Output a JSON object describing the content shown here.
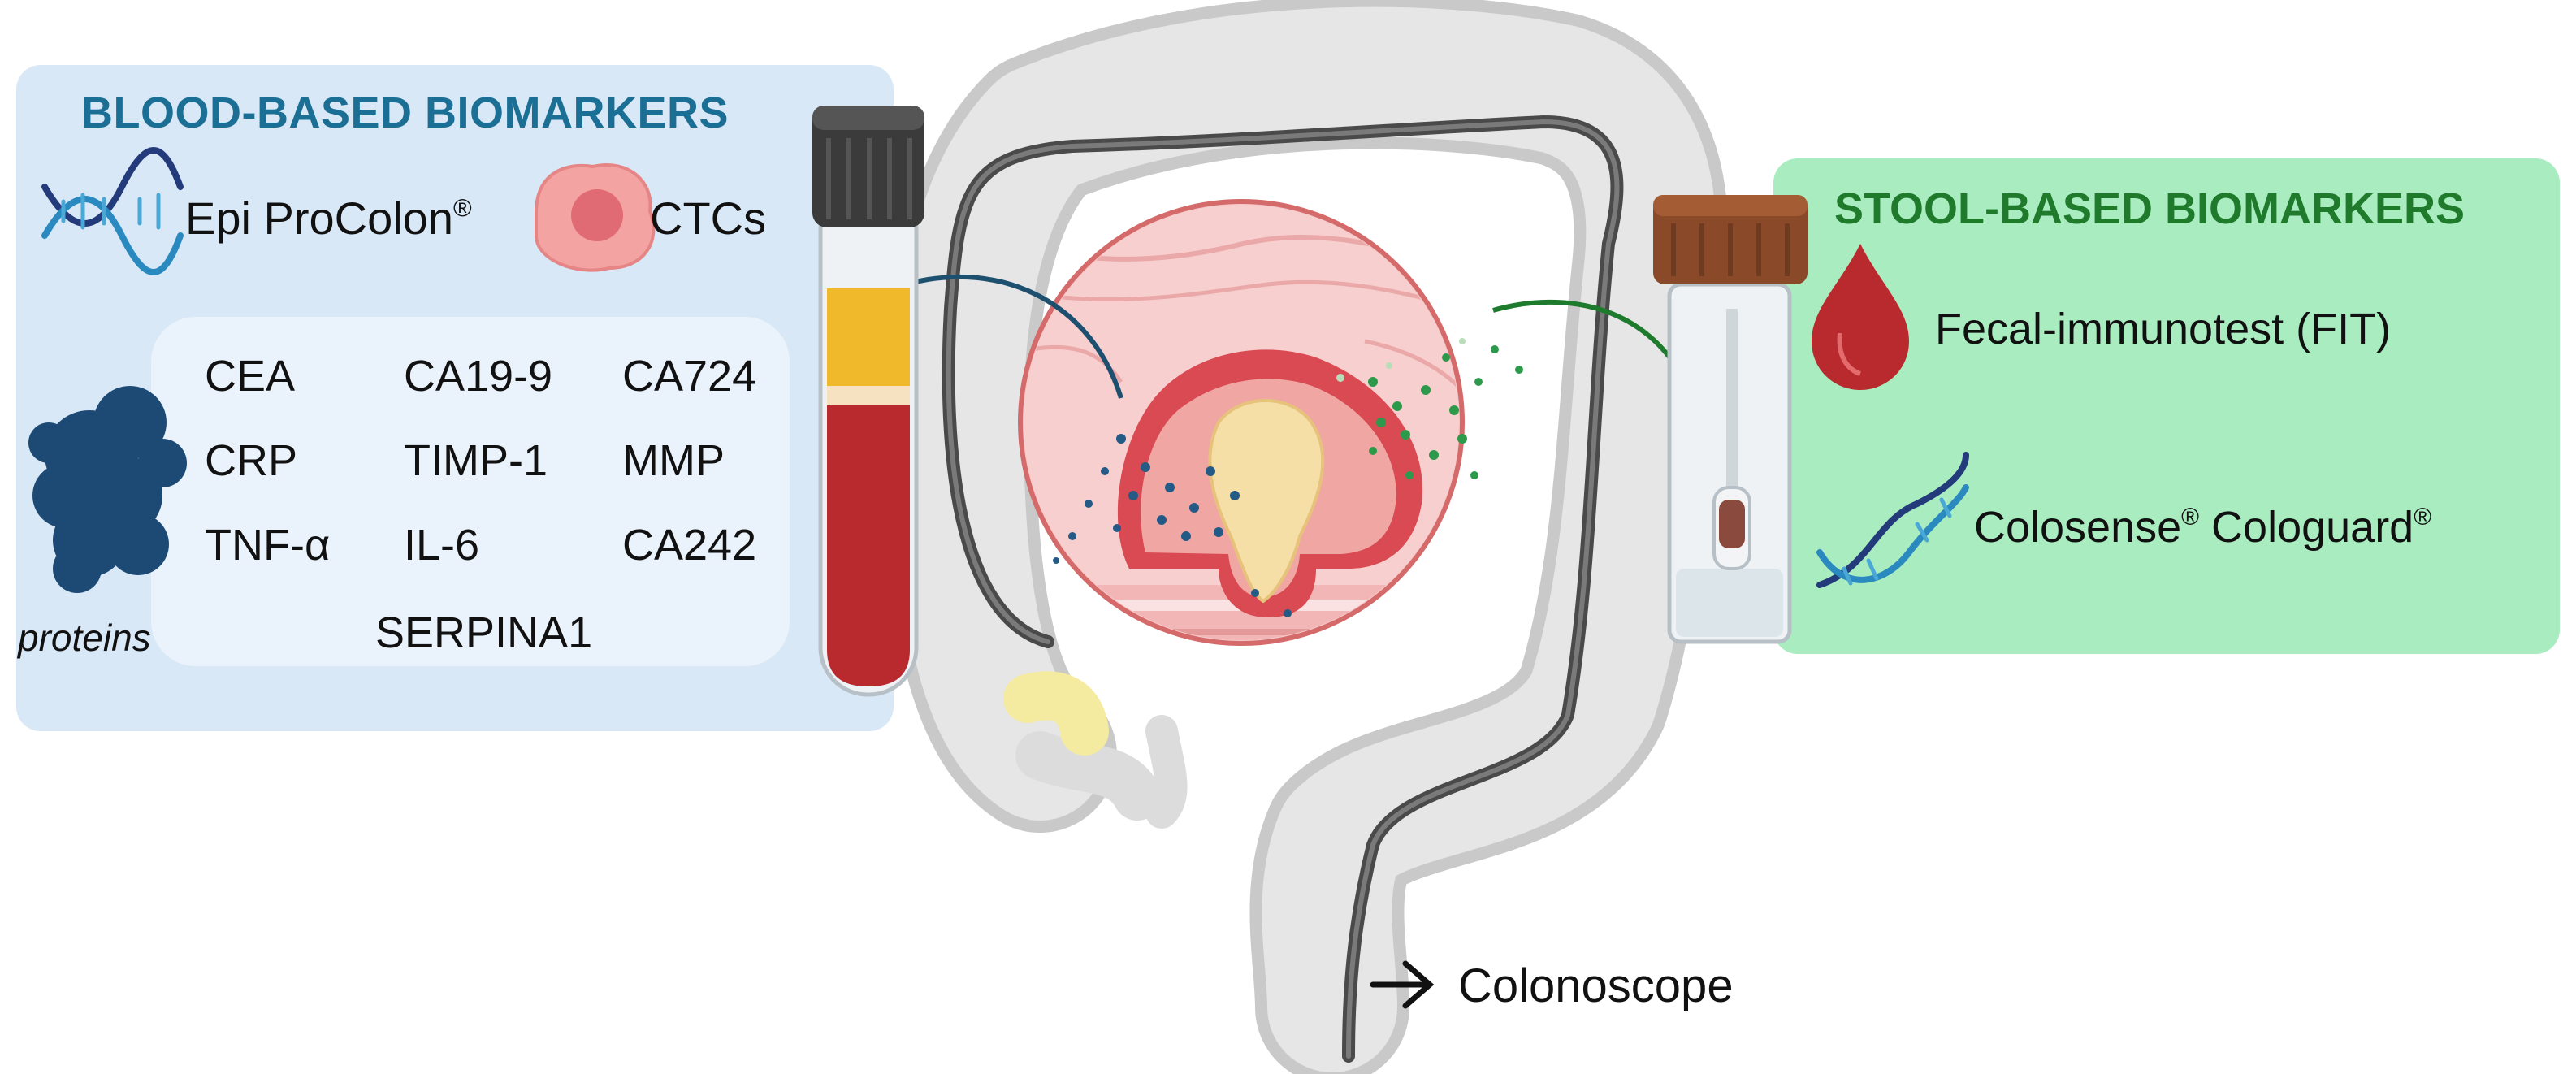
{
  "blood": {
    "title": "BLOOD-BASED BIOMARKERS",
    "epi_name": "Epi ProColon",
    "ctc_label": "CTCs",
    "proteins_caption": "proteins",
    "protein_markers": [
      "CEA",
      "CA19-9",
      "CA724",
      "CRP",
      "TIMP-1",
      "MMP",
      "TNF-α",
      "IL-6",
      "CA242",
      "SERPINA1"
    ]
  },
  "stool": {
    "title": "STOOL-BASED BIOMARKERS",
    "fit_label": "Fecal-immunotest (FIT)",
    "colosense": "Colosense",
    "cologuard": "Cologuard"
  },
  "registered_mark": "®",
  "colonoscope_label": "Colonoscope",
  "icons": {
    "dna": "dna-helix-icon",
    "ctc": "circulating-tumor-cell-icon",
    "protein": "protein-structure-icon",
    "blood_drop": "blood-drop-icon",
    "blood_tube": "blood-collection-tube-icon",
    "stool_tube": "stool-sample-tube-icon",
    "arrow": "arrow-right-icon"
  },
  "colors": {
    "blood_title": "#1b6f95",
    "stool_title": "#1f7a2c",
    "blood_panel": "#d9e8f6",
    "stool_panel": "#a8ecc0",
    "tumor_pink": "#f3b8b8",
    "blood_red": "#b92a2e",
    "plasma_yellow": "#f0b82b"
  }
}
